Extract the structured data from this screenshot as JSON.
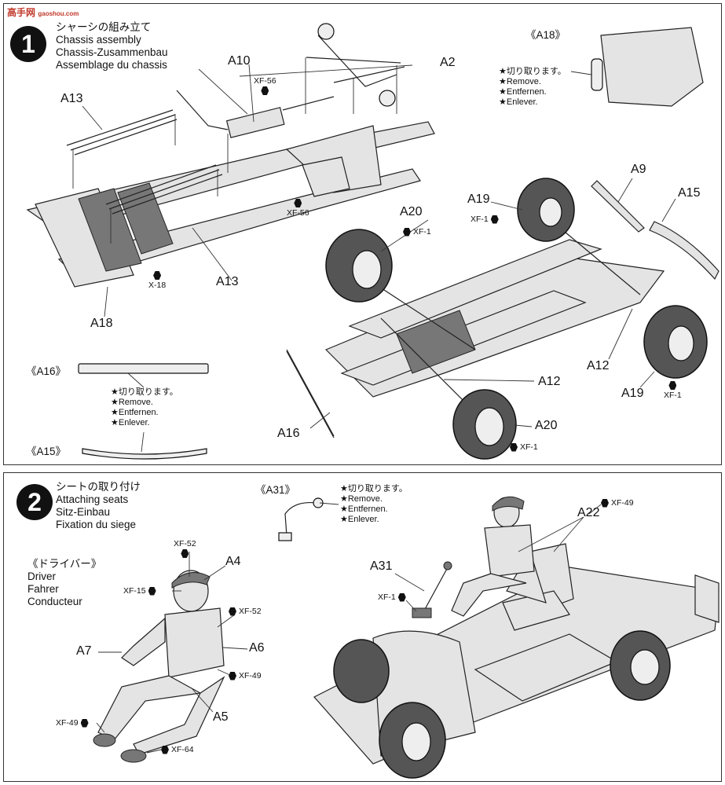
{
  "watermark": {
    "site": "高手网",
    "url": "gaoshou.com"
  },
  "step1": {
    "number": "1",
    "title_jp": "シャーシの組み立て",
    "title_en": "Chassis assembly",
    "title_de": "Chassis-Zusammenbau",
    "title_fr": "Assemblage du chassis",
    "labels": {
      "a10": "A10",
      "a2": "A2",
      "a13_top": "A13",
      "a13_bottom": "A13",
      "a18": "A18",
      "a9": "A9",
      "a19_top": "A19",
      "a15": "A15",
      "a20_top": "A20",
      "a12_right": "A12",
      "a12_center": "A12",
      "a19_bottom": "A19",
      "a16": "A16",
      "a20_bottom": "A20"
    },
    "paints": {
      "xf56_top": "XF-56",
      "xf56_bottom": "XF-56",
      "x18": "X-18",
      "xf1_a19": "XF-1",
      "xf1_a20": "XF-1",
      "xf1_right": "XF-1",
      "xf1_bottom": "XF-1"
    },
    "detail_a18": {
      "title": "《A18》",
      "remove_jp": "★切り取ります。",
      "remove_en": "★Remove.",
      "remove_de": "★Entfernen.",
      "remove_fr": "★Enlever."
    },
    "detail_a16": {
      "title": "《A16》"
    },
    "detail_a15": {
      "title": "《A15》"
    },
    "detail_a16a15_note": {
      "remove_jp": "★切り取ります。",
      "remove_en": "★Remove.",
      "remove_de": "★Entfernen.",
      "remove_fr": "★Enlever."
    }
  },
  "step2": {
    "number": "2",
    "title_jp": "シートの取り付け",
    "title_en": "Attaching seats",
    "title_de": "Sitz-Einbau",
    "title_fr": "Fixation du siege",
    "driver": {
      "title_jp": "《ドライバー》",
      "title_en": "Driver",
      "title_de": "Fahrer",
      "title_fr": "Conducteur"
    },
    "detail_a31": {
      "title": "《A31》",
      "remove_jp": "★切り取ります。",
      "remove_en": "★Remove.",
      "remove_de": "★Entfernen.",
      "remove_fr": "★Enlever."
    },
    "labels": {
      "a4": "A4",
      "a7": "A7",
      "a6": "A6",
      "a5": "A5",
      "a22": "A22",
      "a31": "A31"
    },
    "paints": {
      "xf52_top": "XF-52",
      "xf15": "XF-15",
      "xf52_right": "XF-52",
      "xf49_right": "XF-49",
      "xf49_left": "XF-49",
      "xf64": "XF-64",
      "xf49_seat": "XF-49",
      "xf1_lever": "XF-1"
    }
  }
}
